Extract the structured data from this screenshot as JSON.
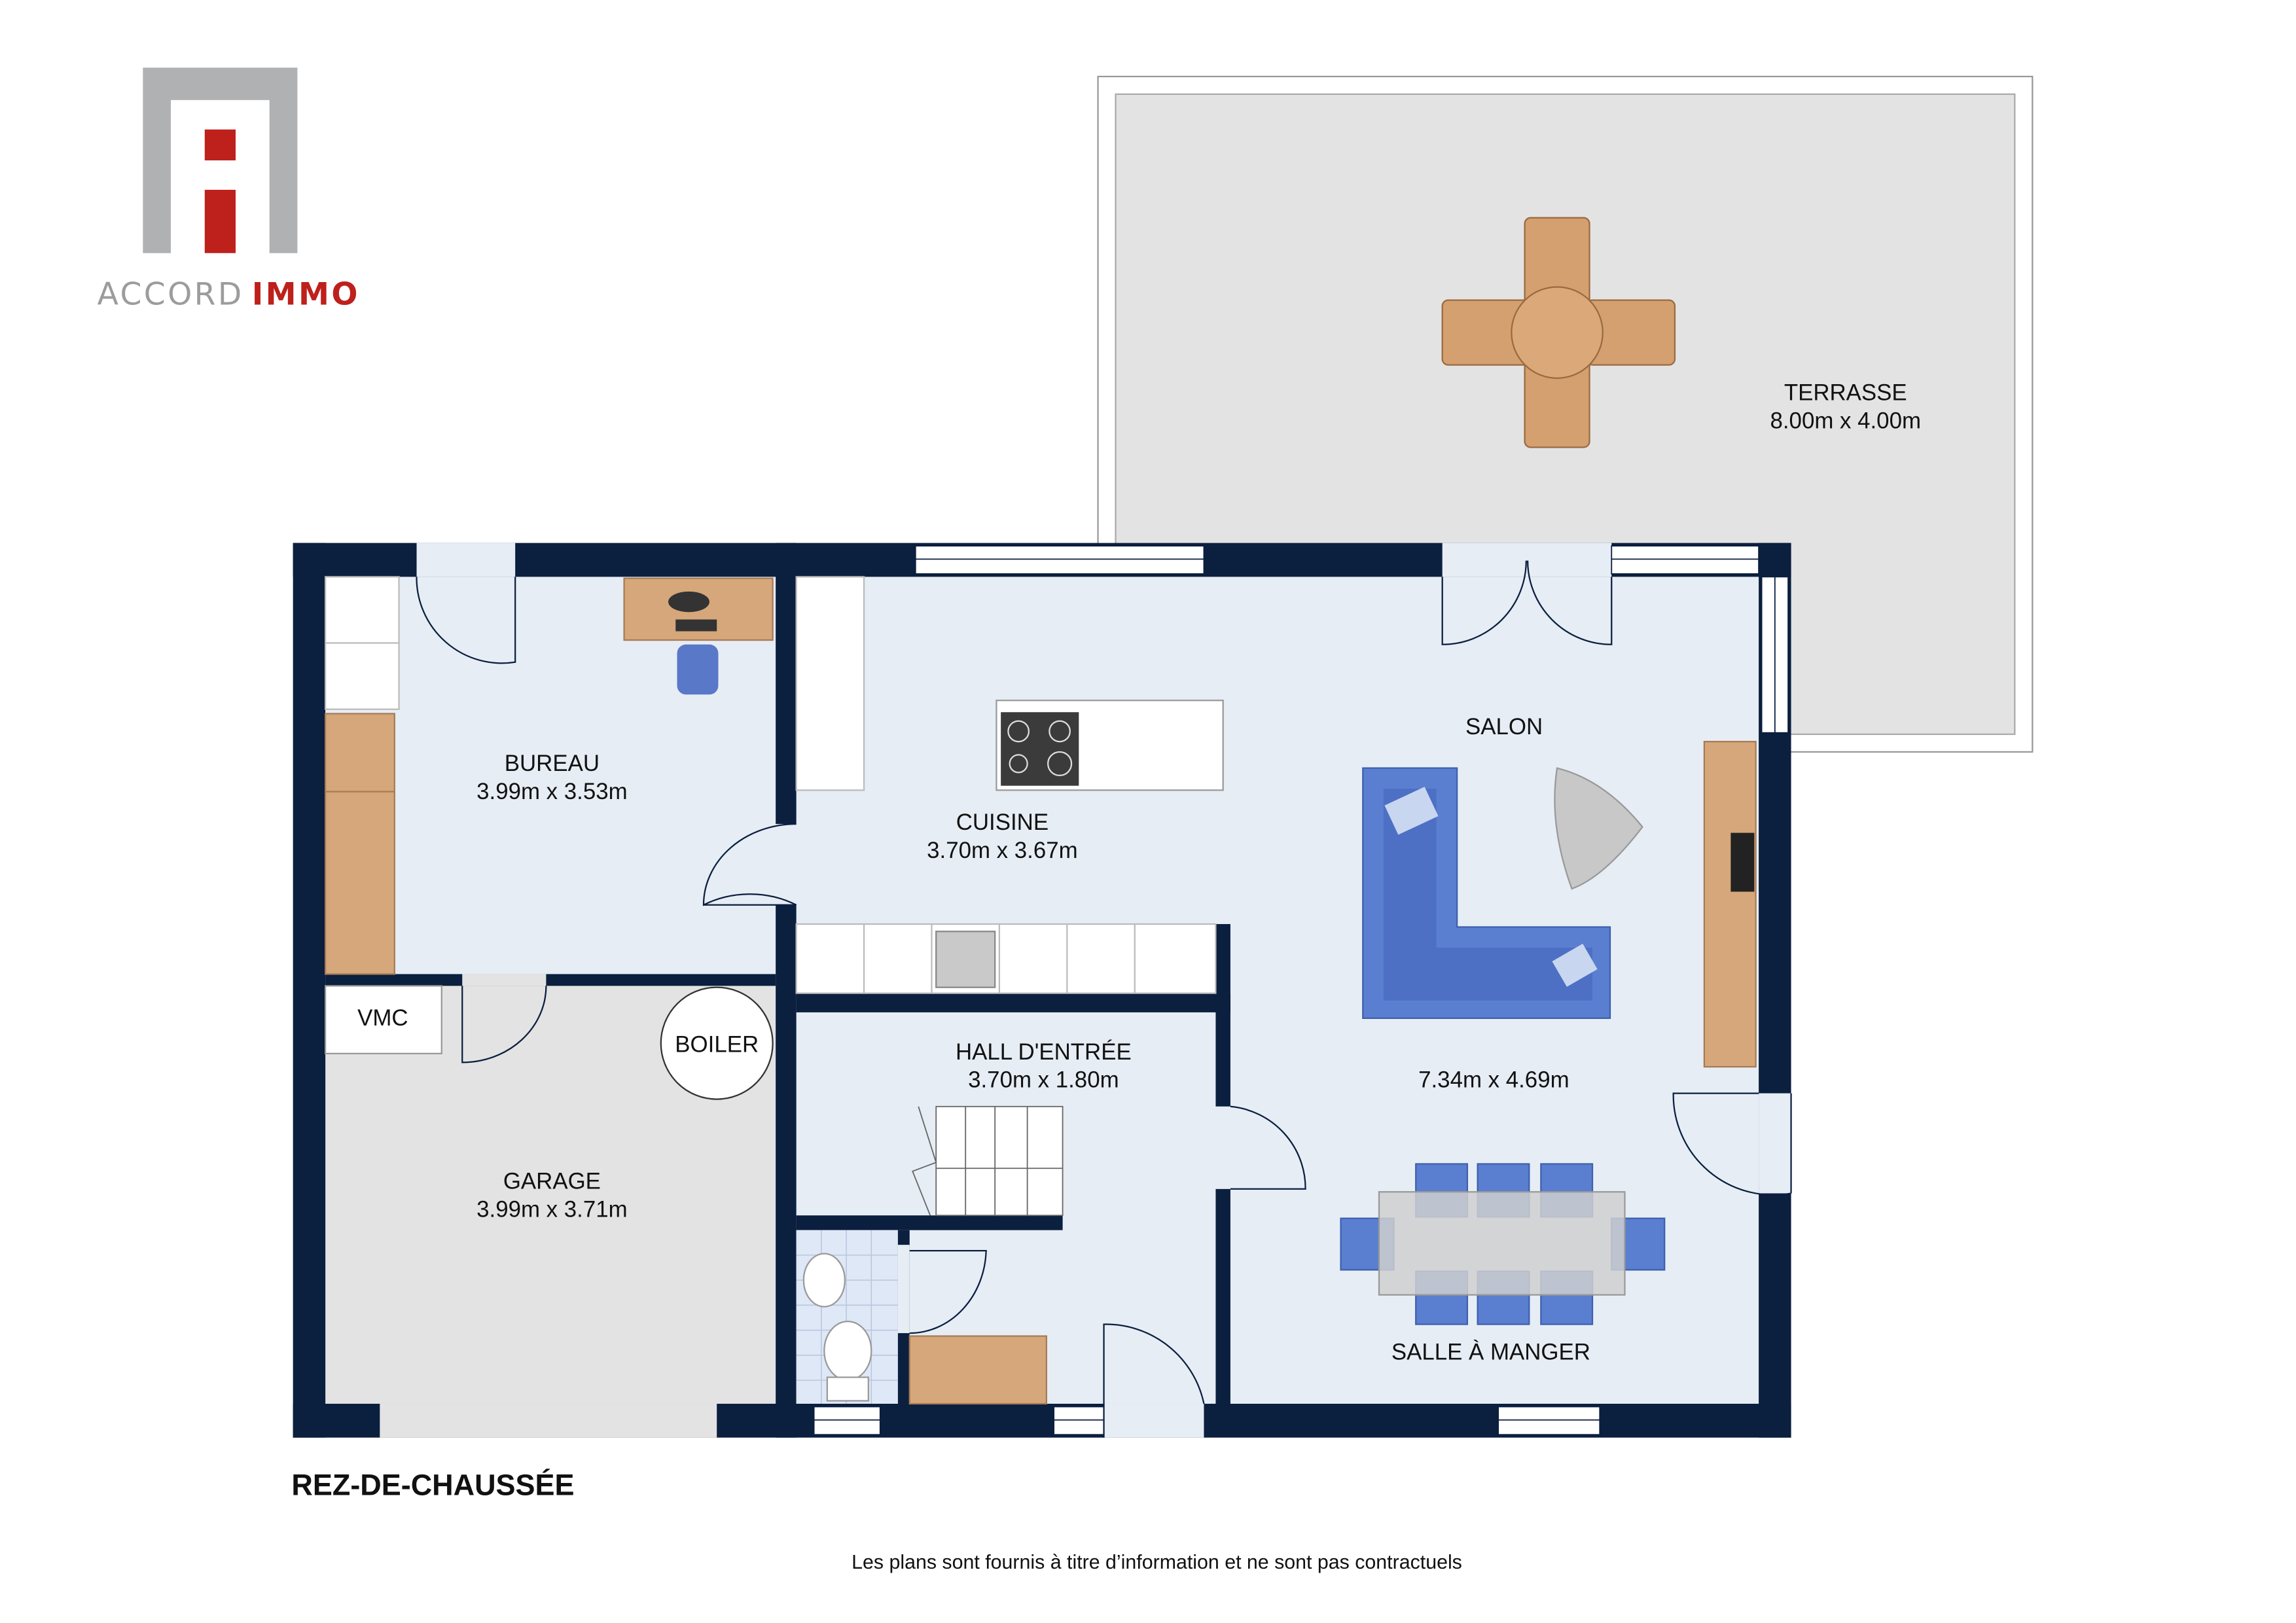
{
  "logo": {
    "brand_part1": "ACCORD",
    "brand_part2": "IMMO",
    "colors": {
      "gray": "#b0b1b3",
      "red": "#be201c"
    }
  },
  "plan": {
    "floor_title": "REZ-DE-CHAUSSÉE",
    "disclaimer": "Les plans sont fournis à titre d’information et ne sont pas contractuels",
    "wall_color": "#0b1f3f",
    "rooms": [
      {
        "name": "TERRASSE",
        "dimensions": "8.00m x 4.00m"
      },
      {
        "name": "BUREAU",
        "dimensions": "3.99m x 3.53m"
      },
      {
        "name": "CUISINE",
        "dimensions": "3.70m x 3.67m"
      },
      {
        "name": "SALON",
        "dimensions": "7.34m x 4.69m"
      },
      {
        "name": "VMC"
      },
      {
        "name": "BOILER"
      },
      {
        "name": "HALL D'ENTRÉE",
        "dimensions": "3.70m x 1.80m"
      },
      {
        "name": "GARAGE",
        "dimensions": "3.99m x 3.71m"
      },
      {
        "name": "SALLE À MANGER"
      }
    ]
  }
}
